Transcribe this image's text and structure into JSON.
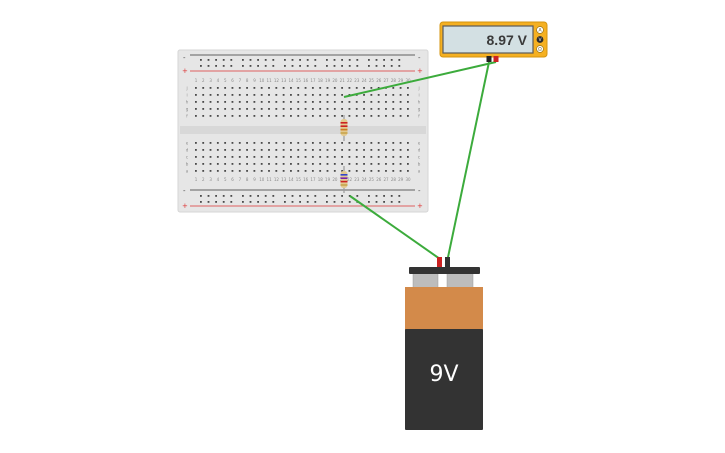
{
  "multimeter": {
    "reading": "8.97 V",
    "mode_labels": [
      "A",
      "V",
      "Ω"
    ],
    "body_color": "#f5b021"
  },
  "battery": {
    "label": "9V",
    "top_color": "#d38a4a",
    "body_color": "#333333"
  },
  "breadboard": {
    "rail_plus": "+",
    "rail_minus": "-",
    "row_letters_top": [
      "j",
      "i",
      "h",
      "g",
      "f"
    ],
    "row_letters_bottom": [
      "e",
      "d",
      "c",
      "b",
      "a"
    ],
    "column_count": 30
  },
  "wires": {
    "color": "#3cab3c"
  },
  "resistors": [
    {
      "bands": [
        "#cc2222",
        "#cc2222",
        "#cc7a22",
        "#c9a44c"
      ]
    },
    {
      "bands": [
        "#3344cc",
        "#7a22aa",
        "#cc2222",
        "#c9a44c"
      ]
    }
  ]
}
